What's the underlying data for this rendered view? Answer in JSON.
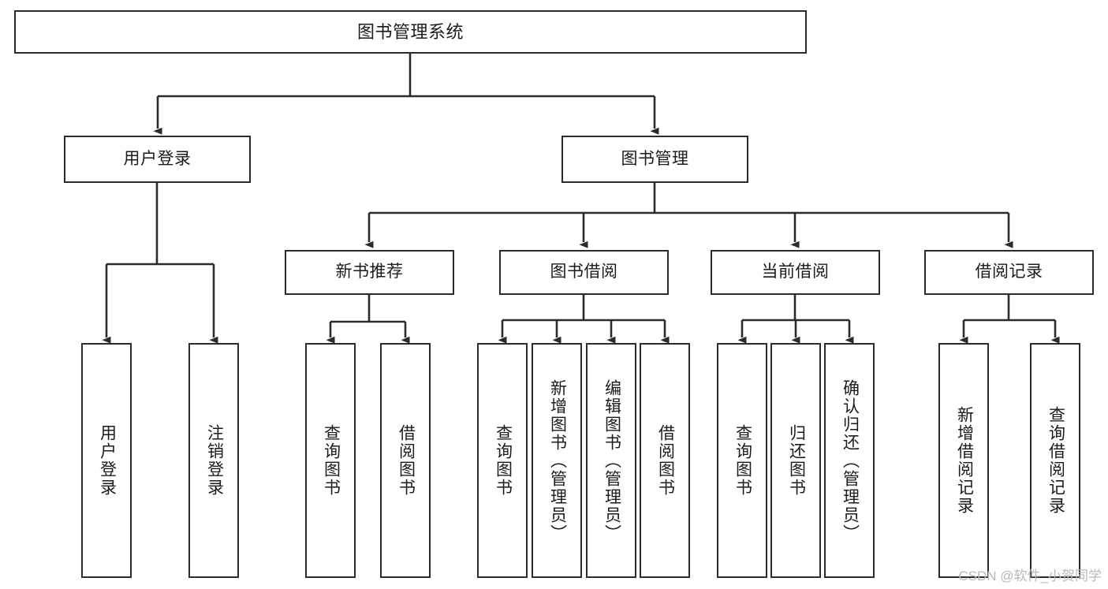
{
  "diagram": {
    "title": "图书管理系统",
    "type": "tree-hierarchy",
    "watermark": "CSDN @软件_小贺同学",
    "colors": {
      "background": "#ffffff",
      "box_border": "#2b2b2b",
      "box_fill": "#ffffff",
      "edge": "#2b2b2b",
      "text": "#1b1b1b",
      "watermark": "#b9b9b9"
    },
    "nodes": {
      "root": {
        "label": "图书管理系统"
      },
      "level2": [
        {
          "id": "user-login",
          "label": "用户登录"
        },
        {
          "id": "book-management",
          "label": "图书管理"
        }
      ],
      "level3": [
        {
          "id": "new-book-recommend",
          "label": "新书推荐"
        },
        {
          "id": "book-borrow",
          "label": "图书借阅"
        },
        {
          "id": "current-borrow",
          "label": "当前借阅"
        },
        {
          "id": "borrow-record",
          "label": "借阅记录"
        }
      ],
      "leaves": [
        {
          "id": "leaf-user-login",
          "label": "用户登录",
          "parent": "user-login"
        },
        {
          "id": "leaf-user-logout",
          "label": "注销登录",
          "parent": "user-login"
        },
        {
          "id": "leaf-query-book-1",
          "label": "查询图书",
          "parent": "new-book-recommend"
        },
        {
          "id": "leaf-borrow-book-1",
          "label": "借阅图书",
          "parent": "new-book-recommend"
        },
        {
          "id": "leaf-query-book-2",
          "label": "查询图书",
          "parent": "book-borrow"
        },
        {
          "id": "leaf-add-book",
          "label": "新增图书（管理员）",
          "parent": "book-borrow"
        },
        {
          "id": "leaf-edit-book",
          "label": "编辑图书（管理员）",
          "parent": "book-borrow"
        },
        {
          "id": "leaf-borrow-book-2",
          "label": "借阅图书",
          "parent": "book-borrow"
        },
        {
          "id": "leaf-query-book-3",
          "label": "查询图书",
          "parent": "current-borrow"
        },
        {
          "id": "leaf-return-book",
          "label": "归还图书",
          "parent": "current-borrow"
        },
        {
          "id": "leaf-confirm-return",
          "label": "确认归还（管理员）",
          "parent": "current-borrow"
        },
        {
          "id": "leaf-add-record",
          "label": "新增借阅记录",
          "parent": "borrow-record"
        },
        {
          "id": "leaf-query-record",
          "label": "查询借阅记录",
          "parent": "borrow-record"
        }
      ]
    }
  }
}
